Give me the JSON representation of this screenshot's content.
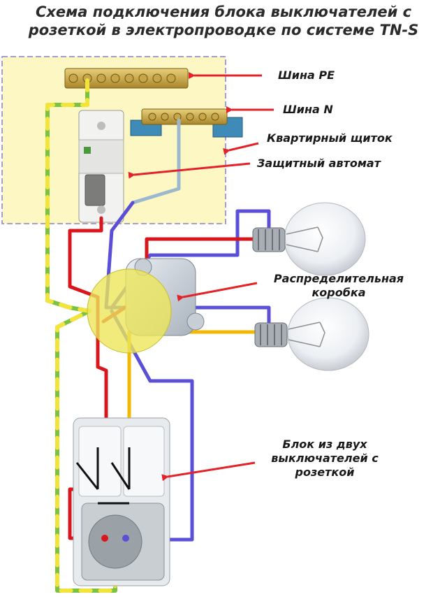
{
  "title": {
    "line1": "Схема подключения блока выключателей с",
    "line2": "розеткой в электропроводке по системе TN-S"
  },
  "labels": {
    "pe_bus": "Шина PE",
    "n_bus": "Шина N",
    "panel": "Квартирный щиток",
    "breaker": "Защитный автомат",
    "junction_line1": "Распределительная",
    "junction_line2": "коробка",
    "block_line1": "Блок из двух",
    "block_line2": "выключателей с",
    "block_line3": "розеткой"
  },
  "colors": {
    "arrow": "#e3232a",
    "phase_wire": "#d9161c",
    "neutral_wire": "#5a4fd6",
    "pe_wire_green": "#7cc242",
    "pe_wire_yellow": "#f2e43a",
    "switched_wire_yellow": "#f5b800",
    "panel_fill": "#fdf7c4"
  }
}
